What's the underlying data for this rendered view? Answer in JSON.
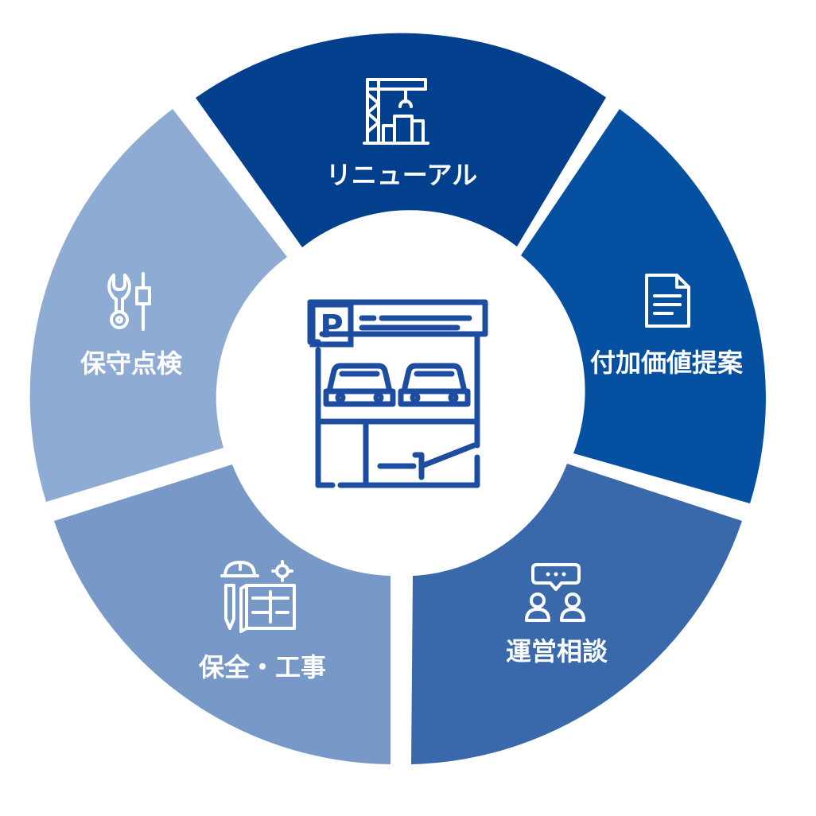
{
  "segments": [
    {
      "id": "renewal",
      "label": "リニューアル",
      "color": "#023f8c",
      "icon": "crane-building-icon"
    },
    {
      "id": "value-proposal",
      "label": "付加価値提案",
      "color": "#0550a1",
      "icon": "document-icon"
    },
    {
      "id": "consultation",
      "label": "運営相談",
      "color": "#3969aa",
      "icon": "chat-people-icon"
    },
    {
      "id": "construction",
      "label": "保全・工事",
      "color": "#7899c8",
      "icon": "blueprint-worker-icon"
    },
    {
      "id": "inspection",
      "label": "保守点検",
      "color": "#8eabd3",
      "icon": "wrench-screwdriver-icon"
    }
  ],
  "center": {
    "icon": "parking-garage-icon",
    "icon_color": "#1d4da0",
    "badge": "P"
  }
}
